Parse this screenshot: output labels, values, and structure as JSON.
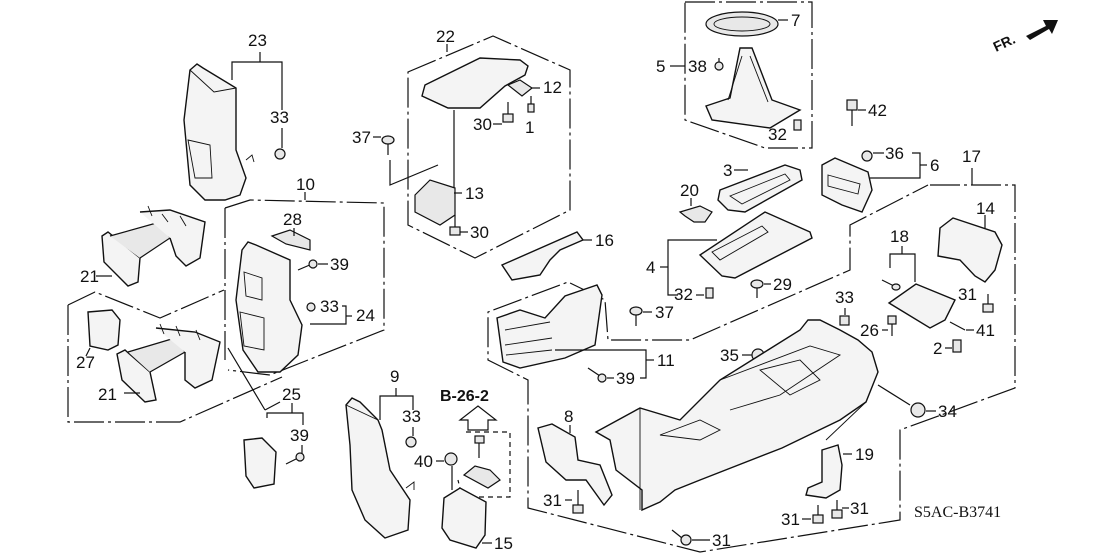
{
  "diagram": {
    "title": "Console Parts Exploded View",
    "diagram_code": "S5AC-B3741",
    "direction_indicator": "FR.",
    "reference": "B-26-2",
    "callouts": {
      "c1": "1",
      "c2": "2",
      "c3": "3",
      "c4": "4",
      "c5": "5",
      "c6": "6",
      "c7": "7",
      "c8": "8",
      "c9": "9",
      "c10": "10",
      "c11": "11",
      "c12": "12",
      "c13": "13",
      "c14": "14",
      "c15": "15",
      "c16": "16",
      "c17": "17",
      "c18": "18",
      "c19": "19",
      "c20": "20",
      "c21a": "21",
      "c21b": "21",
      "c22": "22",
      "c23": "23",
      "c24": "24",
      "c25": "25",
      "c26": "26",
      "c27": "27",
      "c28": "28",
      "c29": "29",
      "c30a": "30",
      "c30b": "30",
      "c31a": "31",
      "c31b": "31",
      "c31c": "31",
      "c31d": "31",
      "c31e": "31",
      "c32a": "32",
      "c32b": "32",
      "c33a": "33",
      "c33b": "33",
      "c33c": "33",
      "c33d": "33",
      "c34": "34",
      "c35": "35",
      "c36": "36",
      "c37a": "37",
      "c37b": "37",
      "c38": "38",
      "c39a": "39",
      "c39b": "39",
      "c39c": "39",
      "c40": "40",
      "c41": "41",
      "c42": "42"
    }
  }
}
